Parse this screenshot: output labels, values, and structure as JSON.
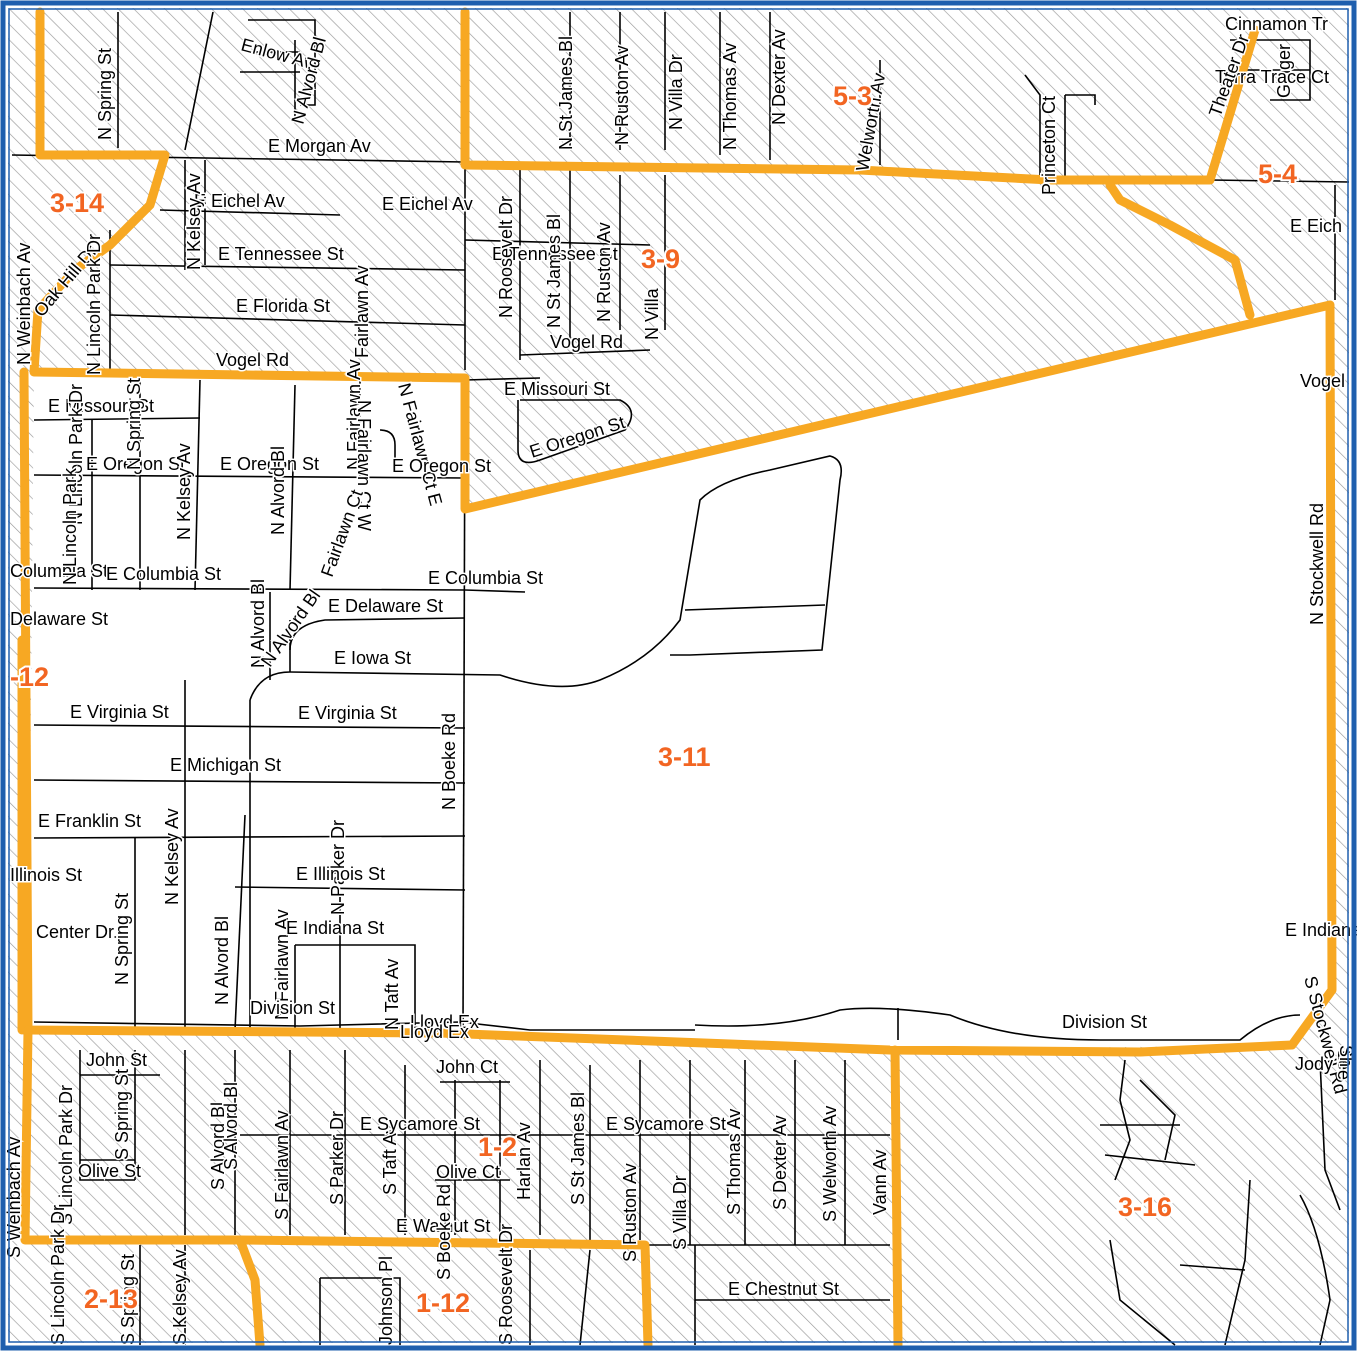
{
  "colors": {
    "frame": "#1f5fae",
    "hatch": "#9a9a9a",
    "boundary": "#f7a823",
    "district_label": "#f26522",
    "road": "#000000"
  },
  "districts": [
    {
      "id": "d-5-3",
      "label": "5-3"
    },
    {
      "id": "d-5-4",
      "label": "5-4"
    },
    {
      "id": "d-3-14",
      "label": "3-14"
    },
    {
      "id": "d-3-9",
      "label": "3-9"
    },
    {
      "id": "d-3-11",
      "label": "3-11"
    },
    {
      "id": "d-12",
      "label": "-12"
    },
    {
      "id": "d-1-2",
      "label": "1-2"
    },
    {
      "id": "d-3-16",
      "label": "3-16"
    },
    {
      "id": "d-2-13",
      "label": "2-13"
    },
    {
      "id": "d-1-12",
      "label": "1-12"
    }
  ],
  "streets": [
    "N Spring St",
    "Enlow Av",
    "N Alvord Bl",
    "E Morgan Av",
    "N St James Bl",
    "N Ruston Av",
    "N Villa Dr",
    "N Thomas Av",
    "N Dexter Av",
    "Welworth Av",
    "Princeton Ct",
    "Cinnamon Tr",
    "Ginger",
    "Terra Trace Ct",
    "Theater Dr",
    "E Eichel Av",
    "E Eichel Av",
    "E Eich",
    "E Tennessee St",
    "E Tennessee St",
    "N Kelsey Av",
    "N Roosevelt Dr",
    "N St James Bl",
    "N Ruston Av",
    "N Villa",
    "E Florida St",
    "Vogel Rd",
    "Vogel Rd",
    "Vogel",
    "N Weinbach Av",
    "Oak Hill Dr",
    "N Lincoln Park Dr",
    "E Missouri St",
    "E Missouri St",
    "E Oregon St",
    "N Fairlawn Av",
    "N Fairlawn Ct W",
    "N Fairlawn Ct E",
    "Fairlawn Ct",
    "N Lincoln Park Dr",
    "Fairlawn Av",
    "E Oregon St",
    "N Spring St",
    "N Kelsey Av",
    "E Oregon St",
    "N Alvord Bl",
    "E Oregon St",
    "Columbia St",
    "N Lincoln Park",
    "E Columbia St",
    "E Columbia St",
    "N Alvord Bl",
    "E Delaware St",
    "Delaware St",
    "N Alvord Bl",
    "E Iowa St",
    "N Stockwell Rd",
    "E Virginia St",
    "E Virginia St",
    "N Boeke Rd",
    "E Michigan St",
    "E Franklin St",
    "N Kelsey Av",
    "N Parker Dr",
    "Illinois St",
    "E Illinois St",
    "N Spring St",
    "Center Dr",
    "N Alvord Bl",
    "N Fairlawn Av",
    "E Indiana St",
    "N Taft Av",
    "E Indiana",
    "Division St",
    "Lloyd Ex",
    "Lloyd Ex",
    "Division St",
    "S Stockwell Rd",
    "John St",
    "John Ct",
    "S Lincoln Park Dr",
    "S Spring St",
    "S Alvord Bl",
    "S Alvord Bl",
    "S Fairlawn Av",
    "S Parker Dr",
    "S Taft Av",
    "E Sycamore St",
    "E Sycamore St",
    "Harlan Av",
    "S St James Bl",
    "S Ruston Av",
    "S Villa Dr",
    "S Thomas Av",
    "S Dexter Av",
    "S Welworth Av",
    "Vann Av",
    "Olive St",
    "Olive Ct",
    "E Walnut St",
    "S Boeke Rd",
    "S Roosevelt Dr",
    "E Chestnut St",
    "S Weinbach Av",
    "S Lincoln Park Dr",
    "S Spring St",
    "S Kelsey Av",
    "Johnson Pl",
    "Jody",
    "Lee",
    "Sh"
  ]
}
